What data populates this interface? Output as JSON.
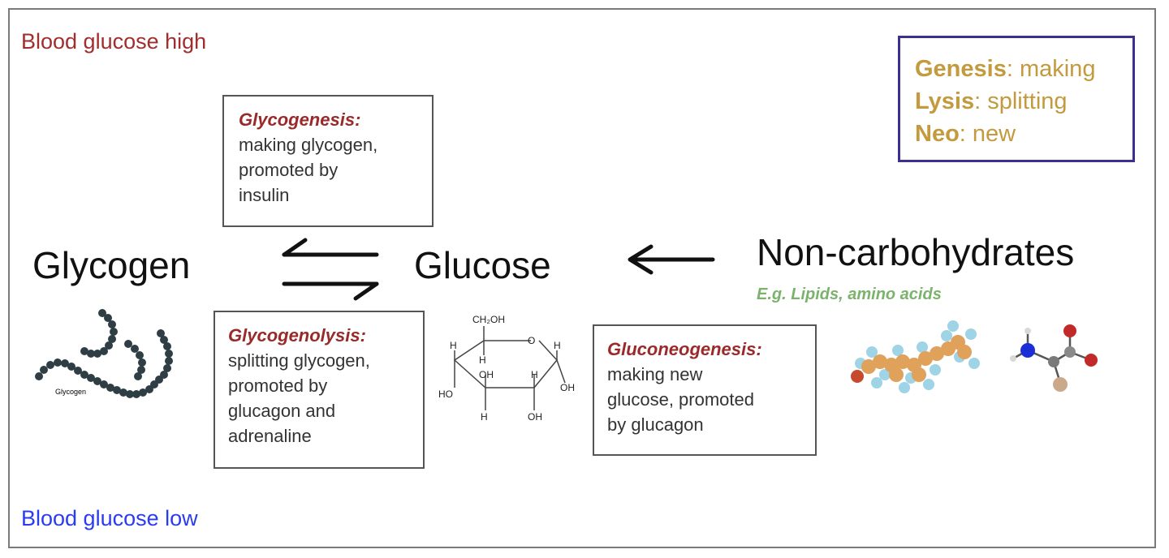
{
  "labels": {
    "blood_high": "Blood glucose high",
    "blood_low": "Blood glucose low"
  },
  "legend": [
    {
      "term": "Genesis",
      "meaning": ": making"
    },
    {
      "term": "Lysis",
      "meaning": ": splitting"
    },
    {
      "term": "Neo",
      "meaning": ": new"
    }
  ],
  "nodes": {
    "glycogen": "Glycogen",
    "glucose": "Glucose",
    "non_carbohydrates": "Non-carbohydrates",
    "examples": "E.g. Lipids, amino acids"
  },
  "processes": {
    "glycogenesis": {
      "title": "Glycogenesis:",
      "desc": "making glycogen,\npromoted by\ninsulin"
    },
    "glycogenolysis": {
      "title": "Glycogenolysis:",
      "desc": "splitting glycogen,\npromoted by\nglucagon and\nadrenaline"
    },
    "gluconeogenesis": {
      "title": "Gluconeogenesis:",
      "desc": "making new\nglucose, promoted\nby glucagon"
    }
  },
  "images": {
    "glycogen_label": "Glycogen",
    "glucose_structure": {
      "ch2oh": "CH₂OH",
      "o": "O",
      "h": "H",
      "oh": "OH",
      "ho": "HO"
    }
  },
  "colors": {
    "high": "#a12e2e",
    "low": "#2a3cf0",
    "legend_text": "#c39a3d",
    "legend_border": "#3b2f8f",
    "process_title": "#9a2a2a",
    "examples": "#7bb36c"
  }
}
